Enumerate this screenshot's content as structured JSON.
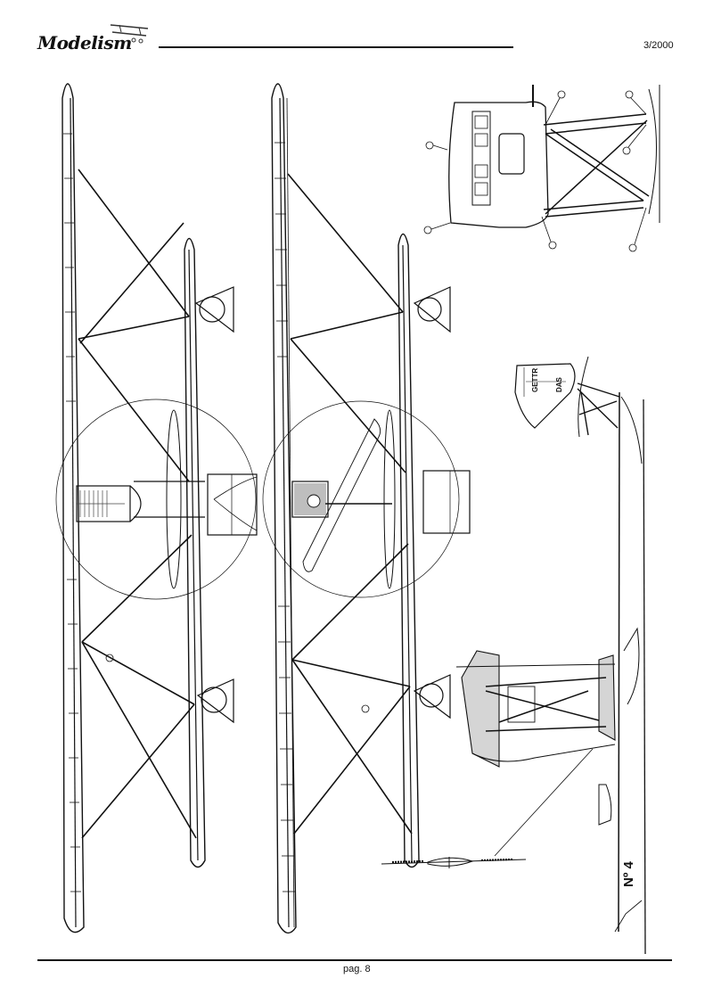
{
  "header": {
    "magazine_logo": "Modelism",
    "issue": "3/2000"
  },
  "footer": {
    "page_label": "pag. 8"
  },
  "drawing": {
    "subject": "biplane plan views and fuselage detail",
    "fuselage_marking": "Nº 4",
    "tail_marking_line1": "GETTR",
    "tail_marking_line2": "DAS",
    "callouts": [
      "",
      "",
      "",
      "",
      "",
      "",
      "",
      "",
      "",
      ""
    ]
  },
  "colors": {
    "ink": "#111111",
    "paper": "#ffffff",
    "hatch": "#555555"
  }
}
